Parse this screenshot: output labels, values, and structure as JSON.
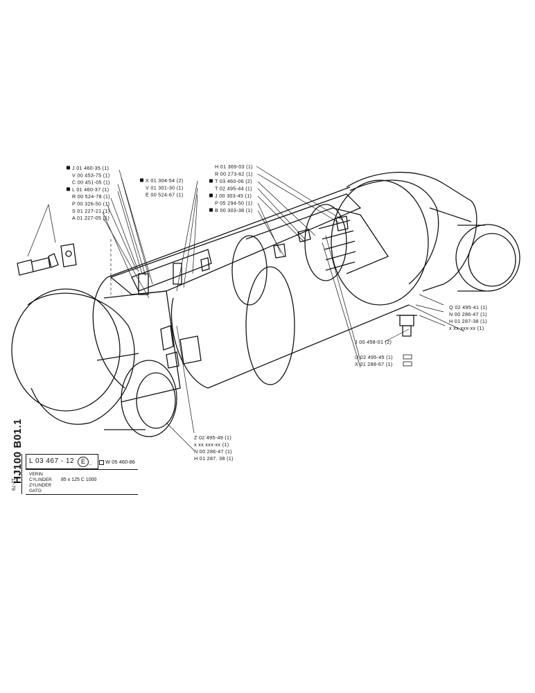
{
  "sheet": {
    "id": "HJ100 B01.1",
    "date": "12-79",
    "drawing_number": "L 03 467 - 12",
    "circle_letter": "E",
    "circle_suffix": "..",
    "ref_number": "W 05 460-86",
    "names": [
      "VERIN",
      "CYLINDER",
      "ZYLINDER",
      "GATO"
    ],
    "spec": "85 x 125  C 1000"
  },
  "labels": {
    "upper_left": [
      "J 01 460-35 (1)",
      "V 00 453-75 (1)",
      "C 00 451-05 (1)",
      "L 01 460-37 (1)",
      "R 00 524-78 (1)",
      "P 00 326-50 (1)",
      "S 01 227-21 (1)",
      "A 01 227-05 (1)"
    ],
    "upper_mid": [
      "X 01 304-54 (2)",
      "V 01 301-30 (1)",
      "E 00 524-67 (1)"
    ],
    "upper_right": [
      "H 01 369-03 (1)",
      "R 00 273-62 (1)",
      "T 03 460-06 (2)",
      "T 02 495-44 (1)",
      "J 00 303-45 (1)",
      "P 05 294-50 (1)",
      "B 00 303-38 (1)"
    ],
    "right": [
      "Q 02 495-41 (1)",
      "N 00 286-47 (1)",
      "H 01 287-38 (1)",
      "x xx xxx-xx (1)"
    ],
    "right_fitting": "J 00 458-01 (2)",
    "right_lower": [
      "U 02 495-45 (1)",
      "X 01 288-67 (1)"
    ],
    "bottom": [
      "Z 02 495-49 (1)",
      "x xx xxx-xx (1)",
      "N 00 286-47 (1)",
      "H 01 287. 38 (1)"
    ]
  }
}
